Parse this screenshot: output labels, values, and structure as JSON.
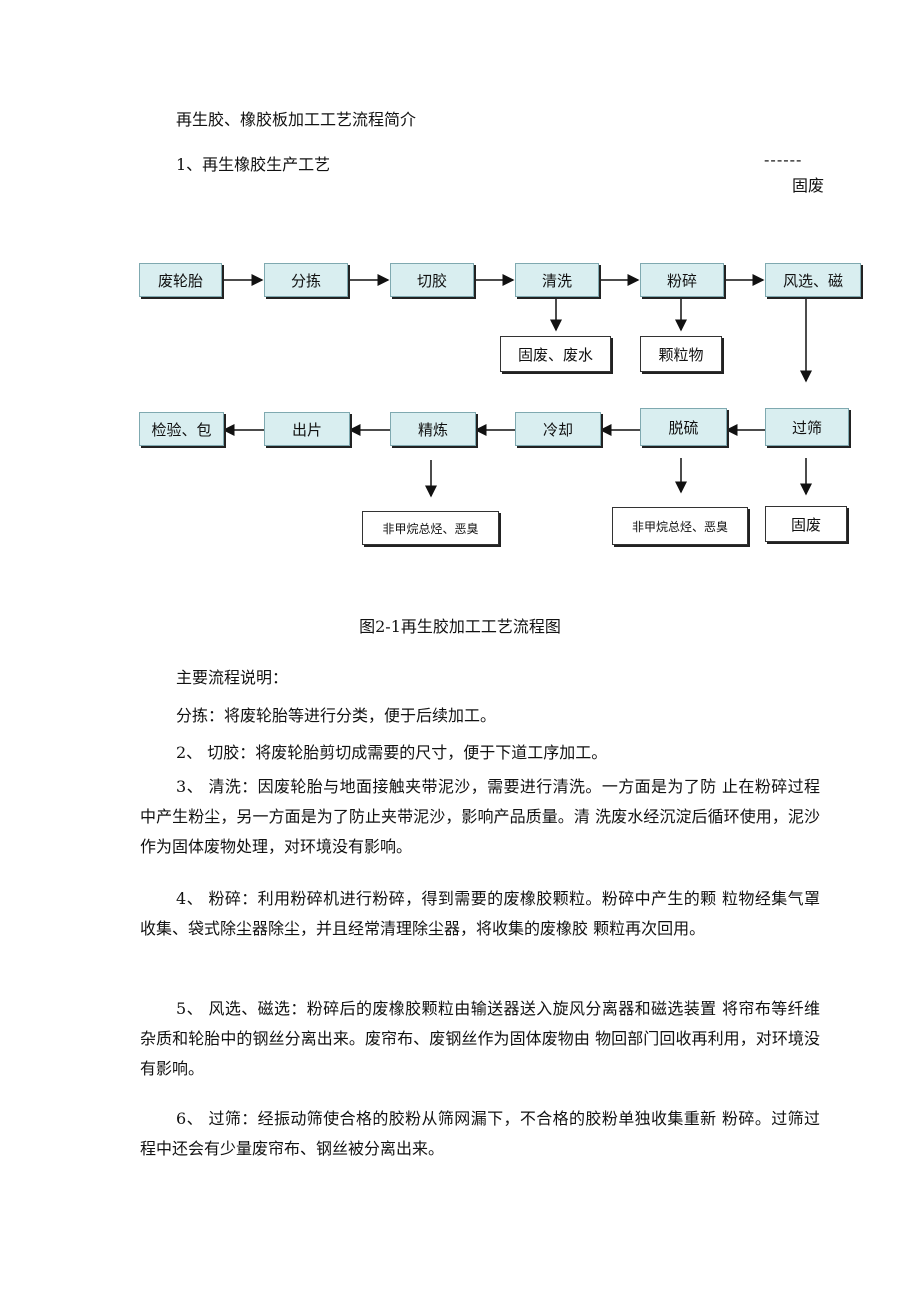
{
  "header": {
    "title": "再生胶、橡胶板加工工艺流程简介",
    "section": "1、再生橡胶生产工艺",
    "dashes": "------",
    "side_label": "固废"
  },
  "flow": {
    "row1": [
      "废轮胎",
      "分拣",
      "切胶",
      "清洗",
      "粉碎",
      "风选、磁"
    ],
    "row1_outputs": {
      "qingxi": "固废、废水",
      "fensui": "颗粒物"
    },
    "row2": [
      "检验、包",
      "出片",
      "精炼",
      "冷却",
      "脱硫",
      "过筛"
    ],
    "row2_outputs": {
      "jinglian": "非甲烷总烃、恶臭",
      "tuoliu": "非甲烷总烃、恶臭",
      "guoshai": "固废"
    }
  },
  "caption": "图2-1再生胶加工工艺流程图",
  "body": {
    "heading": "主要流程说明：",
    "p0": "分拣：将废轮胎等进行分类，便于后续加工。",
    "p2": "2、 切胶：将废轮胎剪切成需要的尺寸，便于下道工序加工。",
    "p3": "3、 清洗：因废轮胎与地面接触夹带泥沙，需要进行清洗。一方面是为了防 止在粉碎过程中产生粉尘，另一方面是为了防止夹带泥沙，影响产品质量。清 洗废水经沉淀后循环使用，泥沙作为固体废物处理，对环境没有影响。",
    "p4": "4、 粉碎：利用粉碎机进行粉碎，得到需要的废橡胶颗粒。粉碎中产生的颗 粒物经集气罩收集、袋式除尘器除尘，并且经常清理除尘器，将收集的废橡胶 颗粒再次回用。",
    "p5": "5、 风选、磁选：粉碎后的废橡胶颗粒由输送器送入旋风分离器和磁选装置 将帘布等纤维杂质和轮胎中的钢丝分离出来。废帘布、废钢丝作为固体废物由 物回部门回收再利用，对环境没有影响。",
    "p6": "6、 过筛：经振动筛使合格的胶粉从筛网漏下，不合格的胶粉单独收集重新 粉碎。过筛过程中还会有少量废帘布、钢丝被分离出来。"
  }
}
